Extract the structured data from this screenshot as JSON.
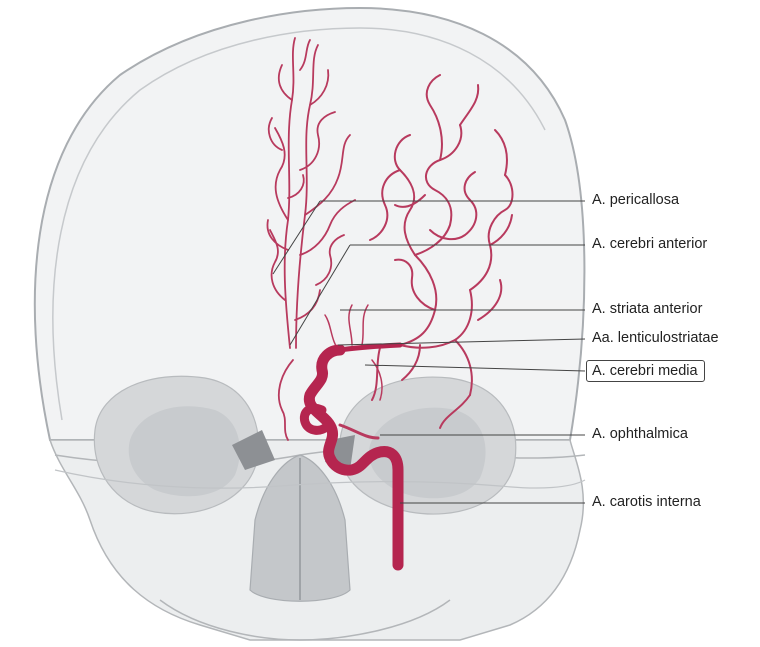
{
  "labels": [
    {
      "key": "pericallosa",
      "text": "A. pericallosa",
      "boxed": false
    },
    {
      "key": "cerebri_anterior",
      "text": "A. cerebri anterior",
      "boxed": false
    },
    {
      "key": "striata_anterior",
      "text": "A. striata anterior",
      "boxed": false
    },
    {
      "key": "lenticulostriatae",
      "text": "Aa. lenticulostriatae",
      "boxed": false
    },
    {
      "key": "cerebri_media",
      "text": "A. cerebri media",
      "boxed": true
    },
    {
      "key": "ophthalmica",
      "text": "A. ophthalmica",
      "boxed": false
    },
    {
      "key": "carotis_interna",
      "text": "A. carotis interna",
      "boxed": false
    }
  ],
  "colors": {
    "artery": "#b5254f",
    "artery_thin": "#b83a5e",
    "skull_fill": "#f2f3f4",
    "skull_outline": "#a9adb1",
    "bone_shadow": "#d5d7d9",
    "leader": "#444444"
  }
}
